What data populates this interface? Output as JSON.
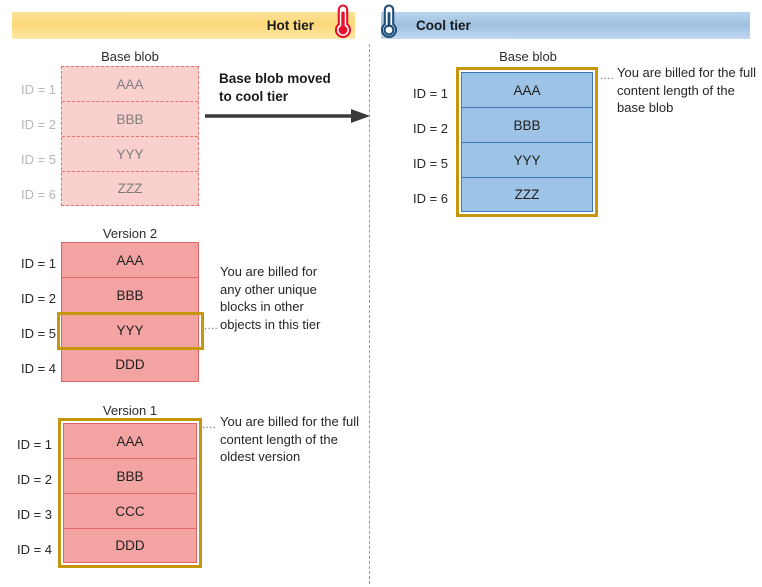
{
  "tiers": {
    "hot": {
      "label": "Hot tier",
      "icon": "thermometer-hot-icon",
      "bar_color": "#FBD878"
    },
    "cool": {
      "label": "Cool tier",
      "icon": "thermometer-cool-icon",
      "bar_color": "#9FC1E2"
    }
  },
  "transition": {
    "text": "Base blob moved\nto cool tier",
    "arrow": "arrow-right-icon"
  },
  "hot_tier": {
    "base_blob": {
      "caption": "Base blob",
      "state": "moved-away",
      "rows": [
        {
          "id": "ID = 1",
          "block": "AAA"
        },
        {
          "id": "ID = 2",
          "block": "BBB"
        },
        {
          "id": "ID = 5",
          "block": "YYY"
        },
        {
          "id": "ID = 6",
          "block": "ZZZ"
        }
      ]
    },
    "version2": {
      "caption": "Version 2",
      "rows": [
        {
          "id": "ID = 1",
          "block": "AAA"
        },
        {
          "id": "ID = 2",
          "block": "BBB"
        },
        {
          "id": "ID = 5",
          "block": "YYY"
        },
        {
          "id": "ID = 4",
          "block": "DDD"
        }
      ],
      "highlighted_row_index": 2,
      "annotation": "You are billed for any other unique blocks in other objects in this tier"
    },
    "version1": {
      "caption": "Version 1",
      "rows": [
        {
          "id": "ID = 1",
          "block": "AAA"
        },
        {
          "id": "ID = 2",
          "block": "BBB"
        },
        {
          "id": "ID = 3",
          "block": "CCC"
        },
        {
          "id": "ID = 4",
          "block": "DDD"
        }
      ],
      "highlighted": "all",
      "annotation": "You are billed for the full content length of the oldest version"
    }
  },
  "cool_tier": {
    "base_blob": {
      "caption": "Base blob",
      "rows": [
        {
          "id": "ID = 1",
          "block": "AAA"
        },
        {
          "id": "ID = 2",
          "block": "BBB"
        },
        {
          "id": "ID = 5",
          "block": "YYY"
        },
        {
          "id": "ID = 6",
          "block": "ZZZ"
        }
      ],
      "highlighted": "all",
      "annotation": "You are billed for the full content length of the base blob"
    }
  },
  "colors": {
    "hot_fill": "#F4A3A3",
    "hot_fill_ghost": "#F9D0CD",
    "hot_stroke": "#E06666",
    "cool_fill": "#9DC3E6",
    "cool_stroke": "#3E78B2",
    "highlight": "#C8960C"
  },
  "leader_dots": "...."
}
